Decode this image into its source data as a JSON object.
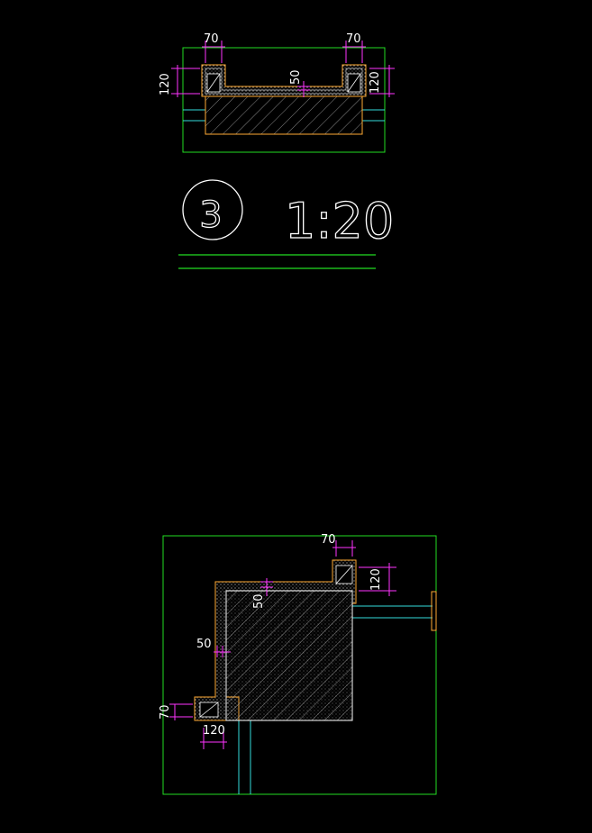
{
  "top_detail": {
    "dims": {
      "left_width": "70",
      "right_width": "70",
      "left_height": "120",
      "right_height": "120",
      "middle_thickness": "50"
    }
  },
  "label": {
    "detail_number": "3",
    "scale": "1:20"
  },
  "bottom_detail": {
    "dims": {
      "top_width": "70",
      "right_height": "120",
      "diag_thickness": "50",
      "side_thickness": "50",
      "left_height": "70",
      "bottom_width": "120"
    }
  },
  "colors": {
    "frame": "#22dd22",
    "outline": "#ffaa33",
    "dim_line": "#ff33ff",
    "pipe": "#33dddd",
    "hatch": "#bbbbbb",
    "text": "#ffffff"
  }
}
